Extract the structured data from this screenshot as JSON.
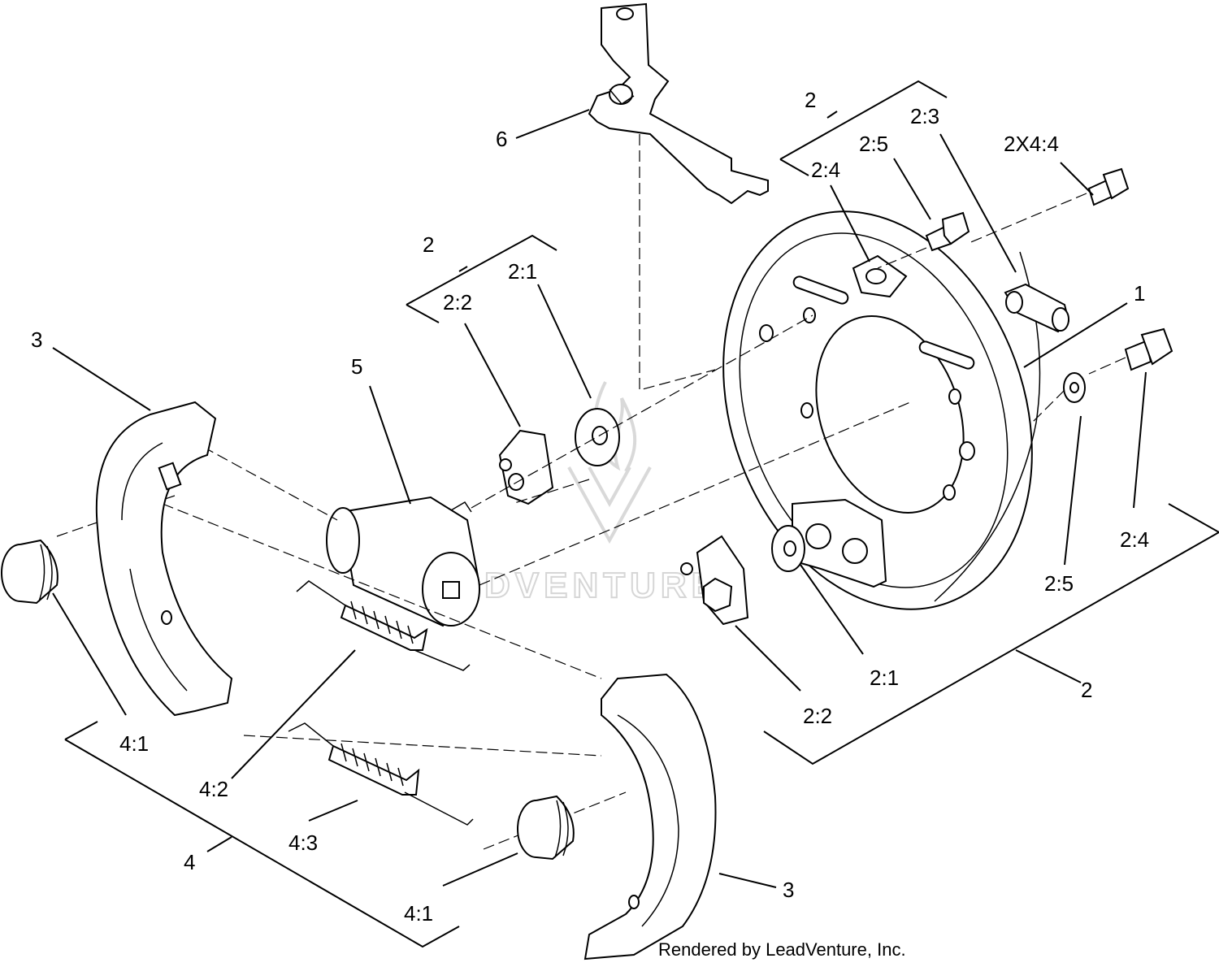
{
  "callouts": {
    "part_1": "1",
    "kit_2_top_right": "2",
    "kit_2_mid": "2",
    "kit_2_bottom_right": "2",
    "part_2_1_mid": "2:1",
    "part_2_1_bottom": "2:1",
    "part_2_2_mid": "2:2",
    "part_2_2_bottom": "2:2",
    "part_2_3": "2:3",
    "part_2_4_top": "2:4",
    "part_2_4_right": "2:4",
    "part_2_5_top": "2:5",
    "part_2_5_right": "2:5",
    "part_2x4_4": "2X4:4",
    "part_3_left": "3",
    "part_3_bottom": "3",
    "kit_4": "4",
    "part_4_1_left": "4:1",
    "part_4_1_bottom": "4:1",
    "part_4_2": "4:2",
    "part_4_3": "4:3",
    "part_5": "5",
    "part_6": "6"
  },
  "watermark": "LEADVENTURE",
  "footer": "Rendered by LeadVenture, Inc.",
  "colors": {
    "line": "#000000",
    "background": "#ffffff",
    "watermark": "#d6d6d6"
  }
}
